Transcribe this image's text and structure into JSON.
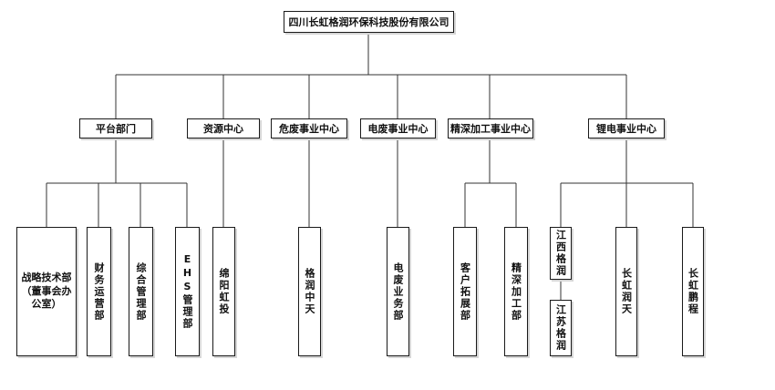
{
  "root": {
    "label": "四川长虹格润环保科技股份有限公司"
  },
  "departments": [
    {
      "id": "d1",
      "label": "平台部门"
    },
    {
      "id": "d2",
      "label": "资源中心"
    },
    {
      "id": "d3",
      "label": "危废事业中心"
    },
    {
      "id": "d4",
      "label": "电废事业中心"
    },
    {
      "id": "d5",
      "label": "精深加工事业中心"
    },
    {
      "id": "d6",
      "label": "锂电事业中心"
    }
  ],
  "units": [
    {
      "id": "u1",
      "label": "战略技术部（董事会办公室）"
    },
    {
      "id": "u2",
      "label": "财务运营部"
    },
    {
      "id": "u3",
      "label": "综合管理部"
    },
    {
      "id": "u4",
      "label": "EHS管理部"
    },
    {
      "id": "u5",
      "label": "绵阳虹投"
    },
    {
      "id": "u6",
      "label": "格润中天"
    },
    {
      "id": "u7",
      "label": "电废业务部"
    },
    {
      "id": "u8",
      "label": "客户拓展部"
    },
    {
      "id": "u9",
      "label": "精深加工部"
    },
    {
      "id": "u10",
      "label": "江西格润"
    },
    {
      "id": "u11",
      "label": "江苏格润"
    },
    {
      "id": "u12",
      "label": "长虹润天"
    },
    {
      "id": "u13",
      "label": "长虹鹏程"
    }
  ]
}
